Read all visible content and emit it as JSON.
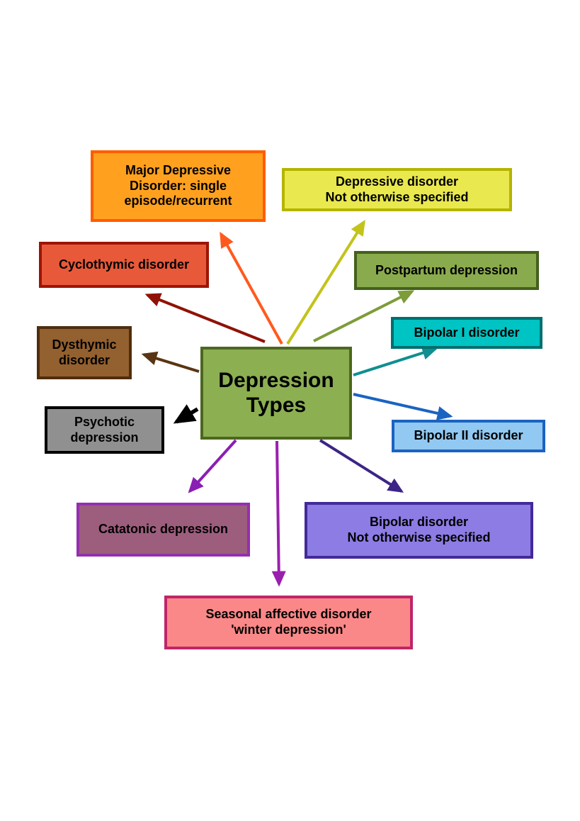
{
  "diagram_title": "Depression Types",
  "center": {
    "label": "Depression\nTypes",
    "fill": "#8caf52",
    "border": "#4c681f"
  },
  "nodes": [
    {
      "id": "major-depressive",
      "label": "Major Depressive\nDisorder: single\nepisode/recurrent",
      "fill": "#ffa11e",
      "border": "#ff5c00",
      "arrow": "#ff5a1e"
    },
    {
      "id": "depressive-nos",
      "label": "Depressive disorder\nNot otherwise specified",
      "fill": "#e9e84e",
      "border": "#b5b400",
      "arrow": "#c3c31a"
    },
    {
      "id": "cyclothymic",
      "label": "Cyclothymic disorder",
      "fill": "#e8593a",
      "border": "#9c1505",
      "arrow": "#8f1206"
    },
    {
      "id": "postpartum",
      "label": "Postpartum depression",
      "fill": "#8aab4d",
      "border": "#44611b",
      "arrow": "#7d9c3a"
    },
    {
      "id": "dysthymic",
      "label": "Dysthymic\ndisorder",
      "fill": "#93602f",
      "border": "#4f2d0d",
      "arrow": "#5a3413"
    },
    {
      "id": "bipolar-i",
      "label": "Bipolar I disorder",
      "fill": "#00c3c3",
      "border": "#006f6f",
      "arrow": "#0f8f8f"
    },
    {
      "id": "psychotic",
      "label": "Psychotic\ndepression",
      "fill": "#909090",
      "border": "#000000",
      "arrow": "#000000"
    },
    {
      "id": "bipolar-ii",
      "label": "Bipolar II disorder",
      "fill": "#92c9f2",
      "border": "#1b63c0",
      "arrow": "#1b63c0"
    },
    {
      "id": "catatonic",
      "label": "Catatonic depression",
      "fill": "#9d5e7e",
      "border": "#942fae",
      "arrow": "#8a1fb4"
    },
    {
      "id": "bipolar-nos",
      "label": "Bipolar disorder\nNot otherwise specified",
      "fill": "#8c7ce4",
      "border": "#43299a",
      "arrow": "#3d2586"
    },
    {
      "id": "seasonal-affective",
      "label": "Seasonal affective disorder\n'winter depression'",
      "fill": "#fb8888",
      "border": "#bf2569",
      "arrow": "#9b1fae"
    }
  ]
}
